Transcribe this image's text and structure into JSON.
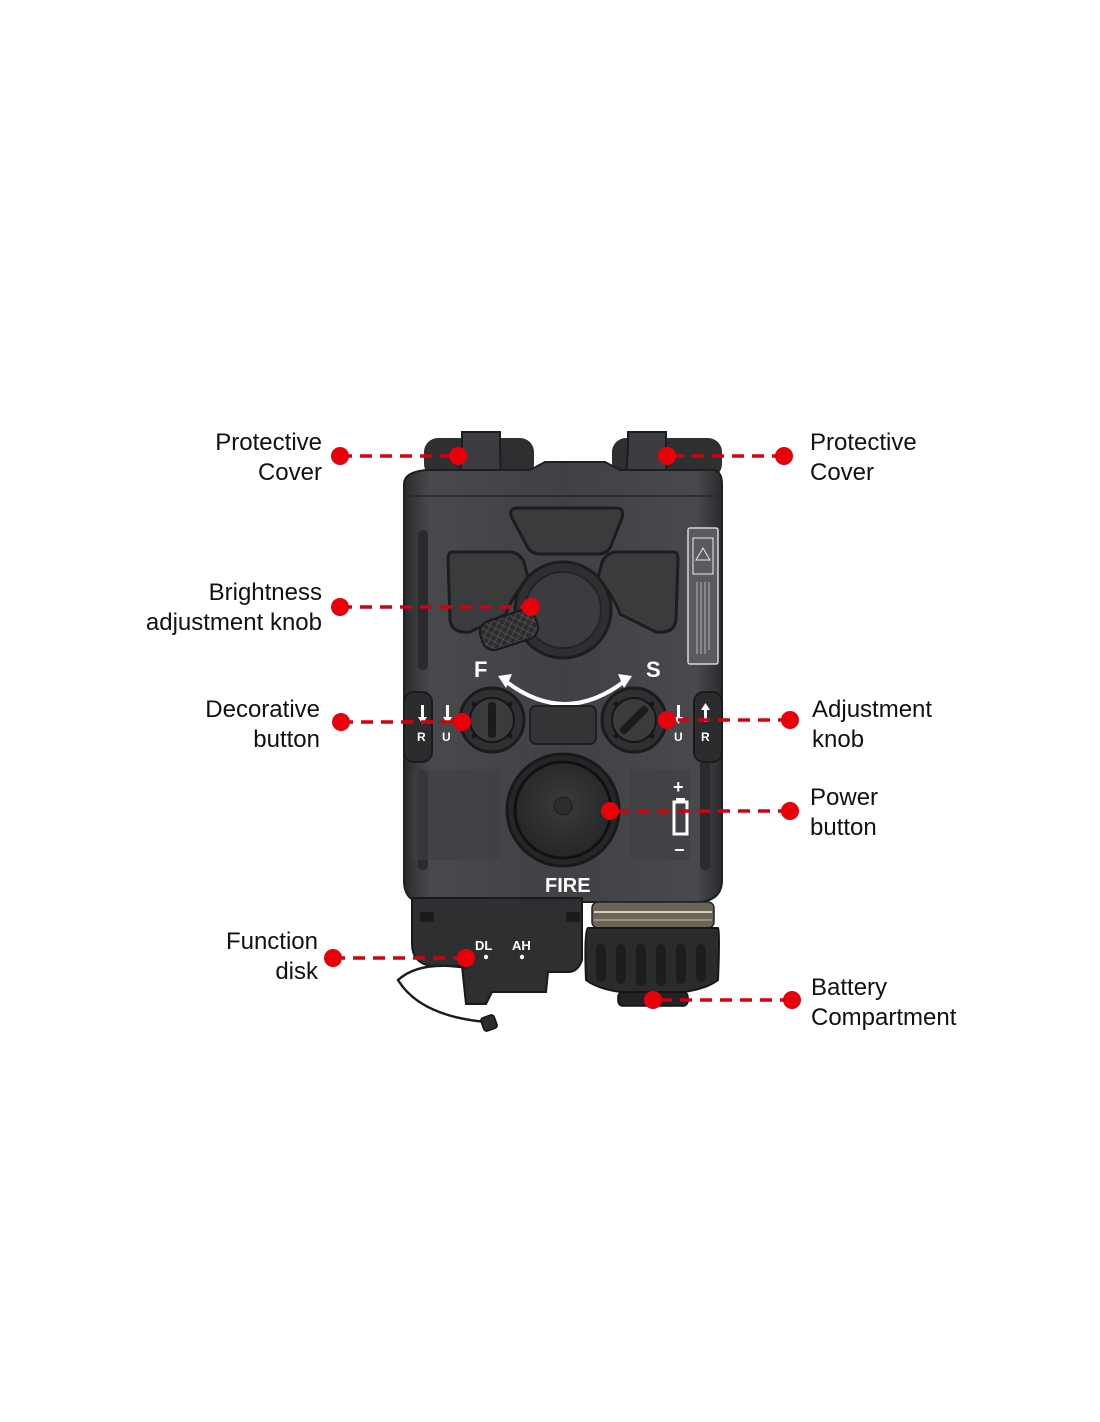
{
  "diagram": {
    "title": "Device component callouts",
    "accent_color": "#e8000b",
    "leader_color": "#d40010",
    "device_body_color": "#3a3b3d",
    "device_markings": {
      "fast_label": "F",
      "slow_label": "S",
      "fire_label": "FIRE",
      "dl_label": "DL",
      "ah_label": "AH",
      "left_side_r": "R",
      "left_side_u": "U",
      "right_side_u": "U",
      "right_side_r": "R",
      "battery_plus": "+",
      "battery_minus": "−"
    },
    "callouts": [
      {
        "id": "protective-cover-left",
        "side": "left",
        "lines": [
          "Protective",
          "Cover"
        ]
      },
      {
        "id": "protective-cover-right",
        "side": "right",
        "lines": [
          "Protective",
          "Cover"
        ]
      },
      {
        "id": "brightness-adjustment-knob",
        "side": "left",
        "lines": [
          "Brightness",
          "adjustment knob"
        ]
      },
      {
        "id": "decorative-button",
        "side": "left",
        "lines": [
          "Decorative",
          "button"
        ]
      },
      {
        "id": "adjustment-knob",
        "side": "right",
        "lines": [
          "Adjustment",
          "knob"
        ]
      },
      {
        "id": "power-button",
        "side": "right",
        "lines": [
          "Power",
          "button"
        ]
      },
      {
        "id": "function-disk",
        "side": "left",
        "lines": [
          "Function",
          "disk"
        ]
      },
      {
        "id": "battery-compartment",
        "side": "right",
        "lines": [
          "Battery",
          "Compartment"
        ]
      }
    ]
  }
}
